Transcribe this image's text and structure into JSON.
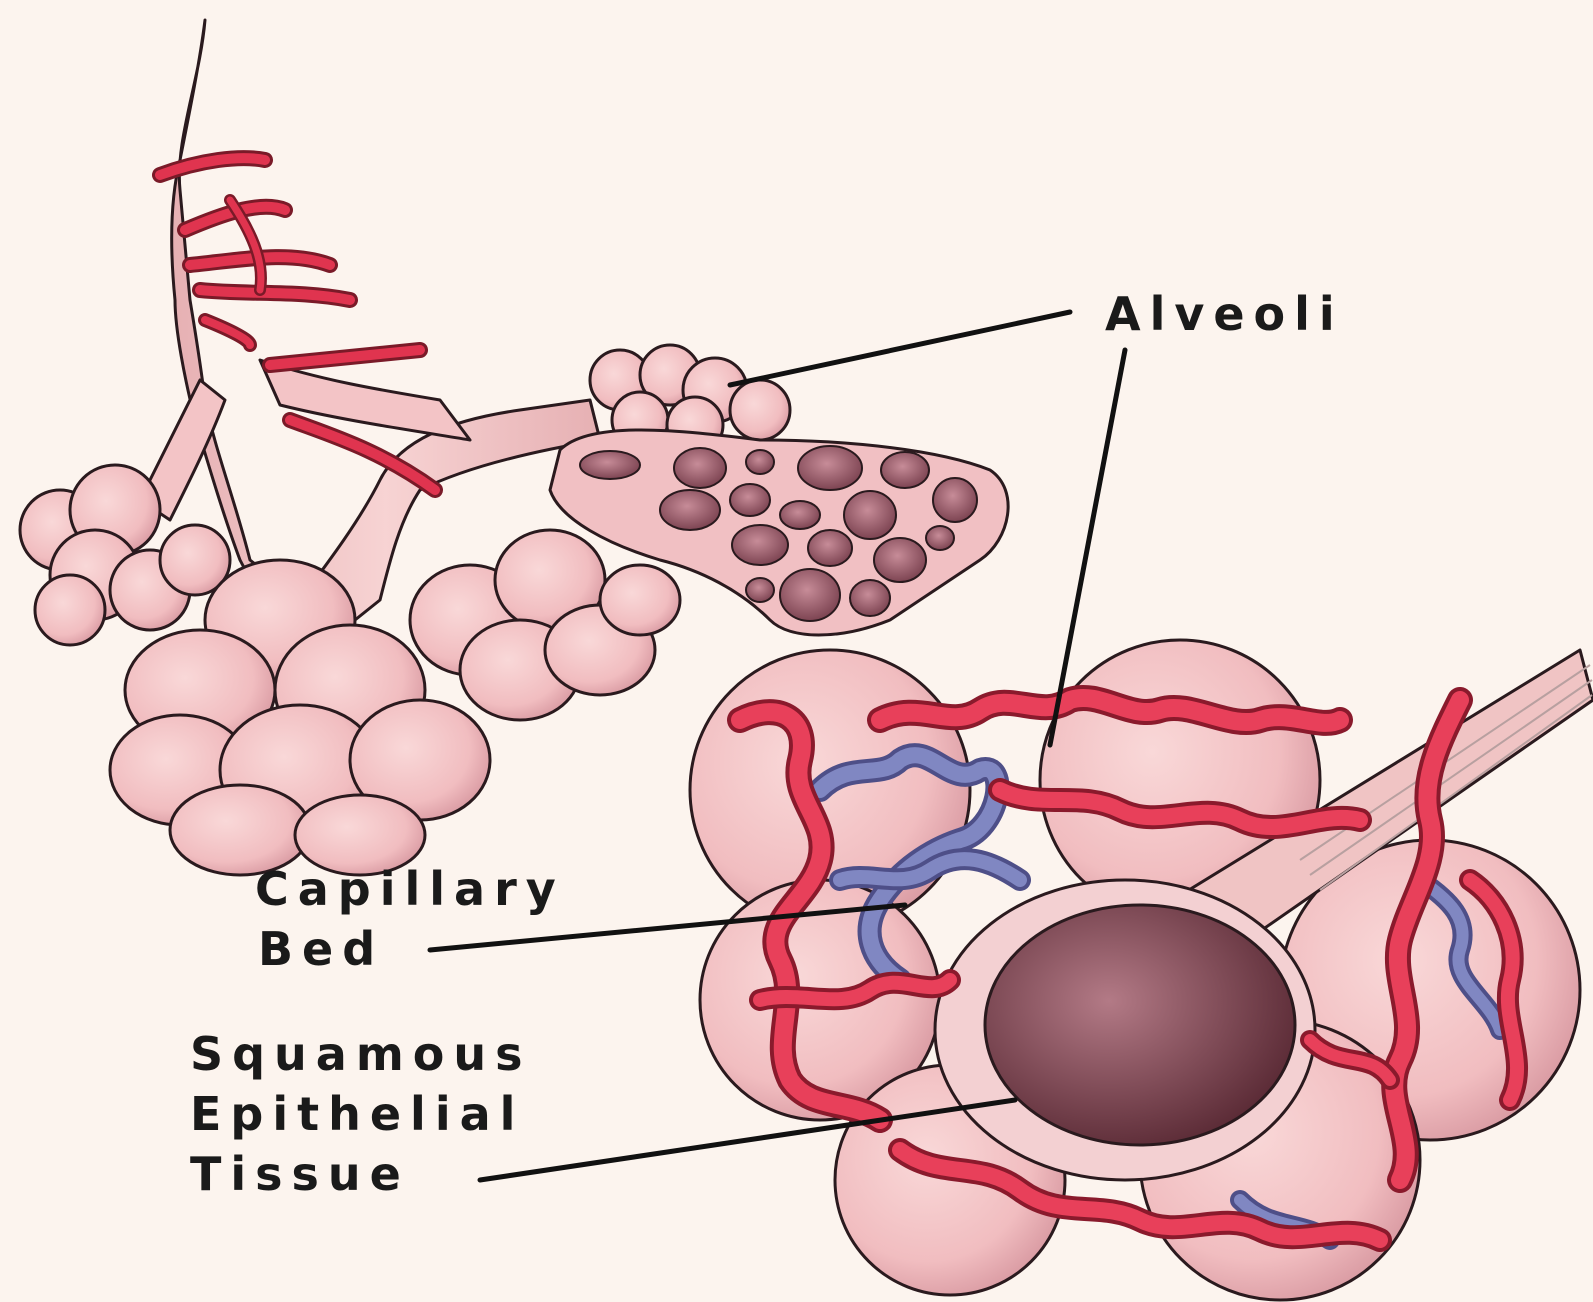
{
  "labels": {
    "alveoli": "Alveoli",
    "capillary_line1": "Capillary",
    "capillary_line2": "Bed",
    "squamous_line1": "Squamous",
    "squamous_line2": "Epithelial",
    "squamous_line3": "Tissue"
  },
  "colors": {
    "background": "#fcf4ee",
    "tissue_pink": "#f3c2c4",
    "tissue_shadow": "#e3a3a8",
    "artery_red": "#e0344f",
    "vein_blue": "#7f86c0",
    "alveolus_interior": "#9b5d6b",
    "outline": "#2a1a1e"
  }
}
